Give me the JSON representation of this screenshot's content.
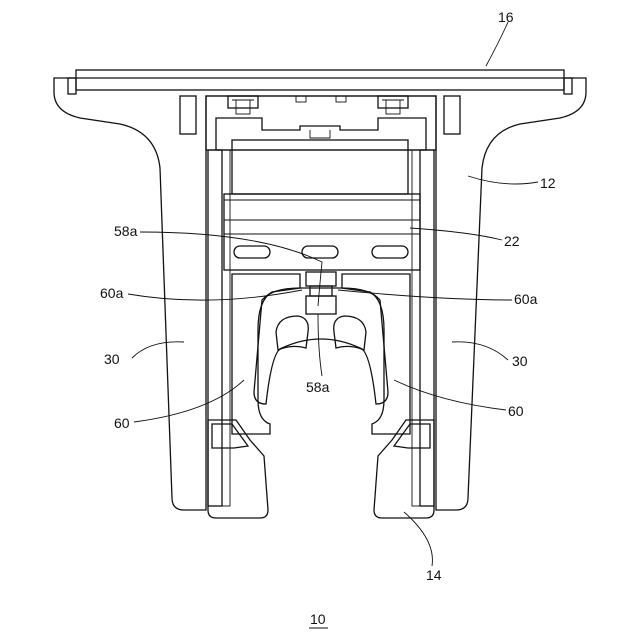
{
  "figure": {
    "number": "10"
  },
  "labels": {
    "l16": "16",
    "l12": "12",
    "l22": "22",
    "l58a_top": "58a",
    "l58a_mid": "58a",
    "l60a_left": "60a",
    "l60a_right": "60a",
    "l30_left": "30",
    "l30_right": "30",
    "l60_left": "60",
    "l60_right": "60",
    "l14": "14"
  }
}
